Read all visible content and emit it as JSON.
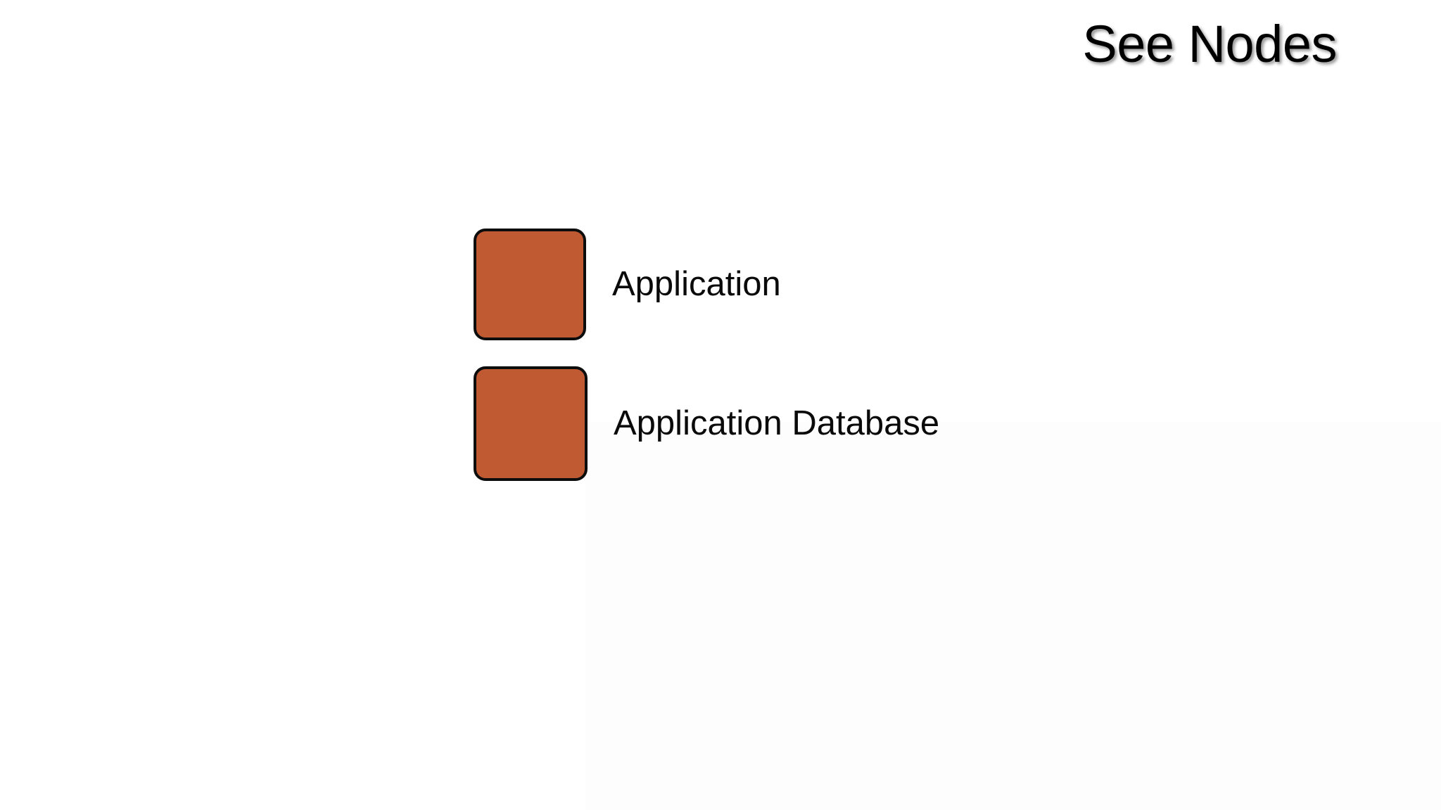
{
  "slide": {
    "title": "See Nodes",
    "background_color": "#ffffff",
    "title_color": "#000000"
  },
  "legend": {
    "node_fill_color": "#c05a33",
    "node_border_color": "#0d0d0d",
    "items": [
      {
        "label": "Application",
        "color": "#c05a33"
      },
      {
        "label": "Application Database",
        "color": "#c05a33"
      }
    ]
  }
}
